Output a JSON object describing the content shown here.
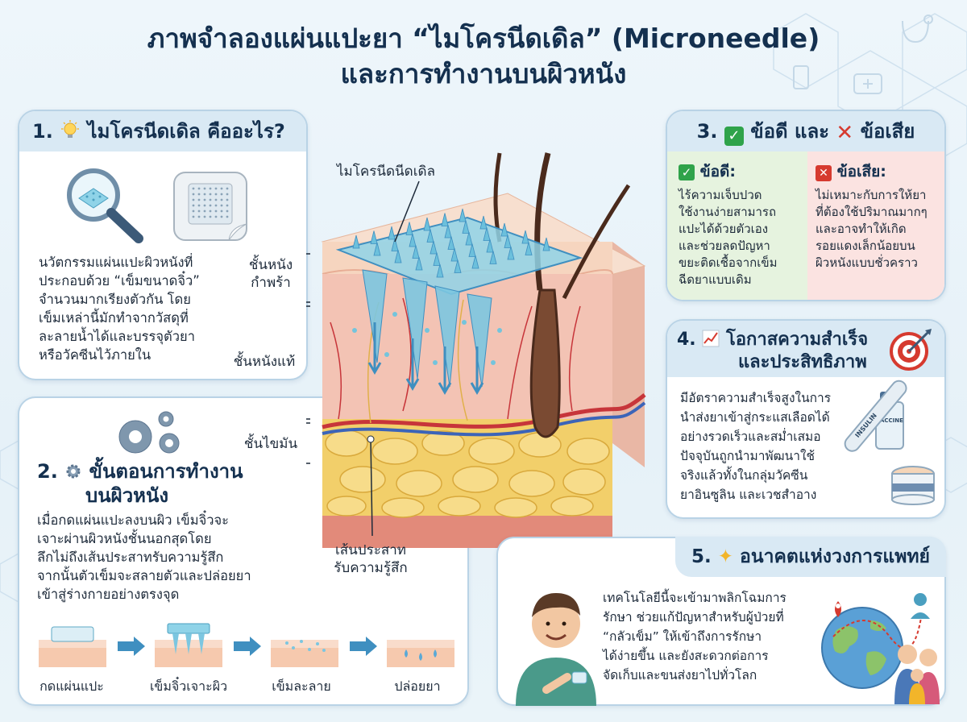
{
  "title": {
    "line1": "ภาพจำลองแผ่นแปะยา “ไมโครนีดเดิล” (Microneedle)",
    "line2": "และการทำงานบนผิวหนัง"
  },
  "section1": {
    "number": "1.",
    "heading": "ไมโครนีดเดิล คืออะไร?",
    "body": [
      "นวัตกรรมแผ่นแปะผิวหนังที่",
      "ประกอบด้วย “เข็มขนาดจิ๋ว”",
      "จำนวนมากเรียงตัวกัน โดย",
      "เข็มเหล่านี้มักทำจากวัสดุที่",
      "ละลายน้ำได้และบรรจุตัวยา",
      "หรือวัคซีนไว้ภายใน"
    ]
  },
  "section2": {
    "number": "2.",
    "heading_line1": "ขั้นตอนการทำงาน",
    "heading_line2": "บนผิวหนัง",
    "body": [
      "เมื่อกดแผ่นแปะลงบนผิว เข็มจิ๋วจะ",
      "เจาะผ่านผิวหนังชั้นนอกสุดโดย",
      "ลึกไม่ถึงเส้นประสาทรับความรู้สึก",
      "จากนั้นตัวเข็มจะสลายตัวและปล่อยยา",
      "เข้าสู่ร่างกายอย่างตรงจุด"
    ],
    "steps": [
      "กดแผ่นแปะ",
      "เข็มจิ๋วเจาะผิว",
      "เข็มละลาย",
      "ปล่อยยา"
    ]
  },
  "diagram": {
    "label_needle": "ไมโครนีดนีดเดิล",
    "label_epidermis": [
      "ชั้นหนัง",
      "กำพร้า"
    ],
    "label_dermis": "ชั้นหนังแท้",
    "label_fat": "ชั้นไขมัน",
    "label_nerve": [
      "เส้นประสาท",
      "รับความรู้สึก"
    ]
  },
  "section3": {
    "number": "3.",
    "heading_pros": "ข้อดี",
    "heading_and": "และ",
    "heading_cons": "ข้อเสีย",
    "pros_title": "ข้อดี:",
    "pros": [
      "ไร้ความเจ็บปวด",
      "ใช้งานง่ายสามารถ",
      "แปะได้ด้วยตัวเอง",
      "และช่วยลดปัญหา",
      "ขยะติดเชื้อจากเข็ม",
      "ฉีดยาแบบเดิม"
    ],
    "cons_title": "ข้อเสีย:",
    "cons": [
      "ไม่เหมาะกับการให้ยา",
      "ที่ต้องใช้ปริมาณมากๆ",
      "และอาจทำให้เกิด",
      "รอยแดงเล็กน้อยบน",
      "ผิวหนังแบบชั่วคราว"
    ]
  },
  "section4": {
    "number": "4.",
    "heading_line1": "โอกาสความสำเร็จ",
    "heading_line2": "และประสิทธิภาพ",
    "body": [
      "มีอัตราความสำเร็จสูงในการ",
      "นำส่งยาเข้าสู่กระแสเลือดได้",
      "อย่างรวดเร็วและสม่ำเสมอ",
      "ปัจจุบันถูกนำมาพัฒนาใช้",
      "จริงแล้วทั้งในกลุ่มวัคซีน",
      "ยาอินซูลิน และเวชสำอาง"
    ],
    "vial_label": "VACCINE",
    "pen_label": "INSULIN"
  },
  "section5": {
    "number": "5.",
    "heading": "อนาคตแห่งวงการแพทย์",
    "body": [
      "เทคโนโลยีนี้จะเข้ามาพลิกโฉมการ",
      "รักษา ช่วยแก้ปัญหาสำหรับผู้ป่วยที่",
      "“กลัวเข็ม” ให้เข้าถึงการรักษา",
      "ได้ง่ายขึ้น และยังสะดวกต่อการ",
      "จัดเก็บและขนส่งยาไปทั่วโลก"
    ]
  },
  "colors": {
    "accent": "#14304f",
    "panel_head": "#d9e9f4",
    "pros_bg": "#e6f3df",
    "cons_bg": "#fbe3e1",
    "patch": "#8fd3e8",
    "fat": "#f2cf6a",
    "dermis": "#f3c3b4",
    "epidermis": "#f6d5bf"
  },
  "icons": [
    "lightbulb-icon",
    "gear-icon",
    "check-icon",
    "cross-icon",
    "chart-icon",
    "target-icon",
    "star-icon",
    "magnifier-icon",
    "patch-icon",
    "vial-icon",
    "pen-icon",
    "cream-jar-icon",
    "globe-icon"
  ]
}
